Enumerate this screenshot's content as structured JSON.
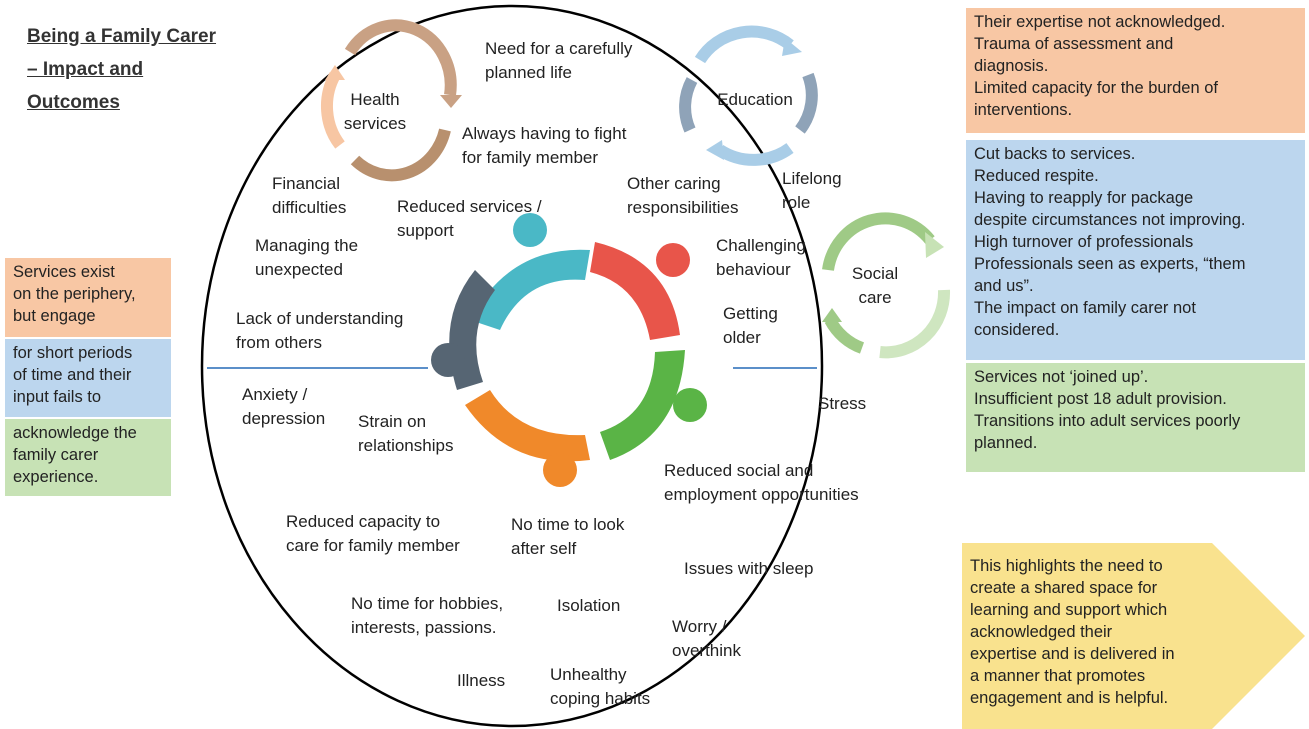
{
  "title": "Being a Family Carer\n– Impact and\nOutcomes",
  "cycles": {
    "health": "Health\nservices",
    "education": "Education",
    "social": "Social\ncare"
  },
  "labels": {
    "planned_life": "Need for a carefully\nplanned life",
    "fight": "Always having to fight\nfor family member",
    "financial": "Financial\ndifficulties",
    "reduced_services": "Reduced services /\nsupport",
    "other_caring": "Other caring\nresponsibilities",
    "lifelong": "Lifelong\nrole",
    "managing": "Managing the\nunexpected",
    "challenging": "Challenging\nbehaviour",
    "lack_understanding": "Lack of understanding\nfrom others",
    "getting_older": "Getting\nolder",
    "anxiety": "Anxiety /\ndepression",
    "strain": "Strain on\nrelationships",
    "stress": "Stress",
    "reduced_social": "Reduced social and\nemployment opportunities",
    "reduced_capacity": "Reduced capacity to\ncare for family member",
    "no_time_self": "No time to look\nafter self",
    "sleep": "Issues with sleep",
    "hobbies": "No time for hobbies,\ninterests, passions.",
    "isolation": "Isolation",
    "worry": "Worry /\noverthink",
    "illness": "Illness",
    "unhealthy": "Unhealthy\ncoping habits"
  },
  "left_boxes": {
    "orange": "Services exist\non the periphery,\nbut engage",
    "blue": "for short periods\nof time and their\ninput fails to",
    "green": "acknowledge the\nfamily carer\nexperience."
  },
  "right_boxes": {
    "orange": "Their expertise not acknowledged.\nTrauma of assessment and\ndiagnosis.\nLimited capacity for the burden of\ninterventions.",
    "blue": "Cut backs to services.\nReduced respite.\nHaving to reapply for package\ndespite circumstances not improving.\nHigh turnover of professionals\nProfessionals seen as experts, “them\nand us”.\nThe impact on family carer not\nconsidered.",
    "green": "Services not ‘joined up’.\nInsufficient post 18 adult provision.\nTransitions into adult services poorly\nplanned."
  },
  "callout": "This highlights the need to\ncreate a shared space for\nlearning and support which\nacknowledged their\nexpertise and is delivered in\na manner that promotes\nengagement and is helpful.",
  "colors": {
    "figure_cyan": "#4ab8c6",
    "figure_red": "#e8554a",
    "figure_green": "#5ab446",
    "figure_orange": "#f0892a",
    "figure_slate": "#566573",
    "divider": "#5b8fc9",
    "callout_bg": "#f9e28e"
  }
}
